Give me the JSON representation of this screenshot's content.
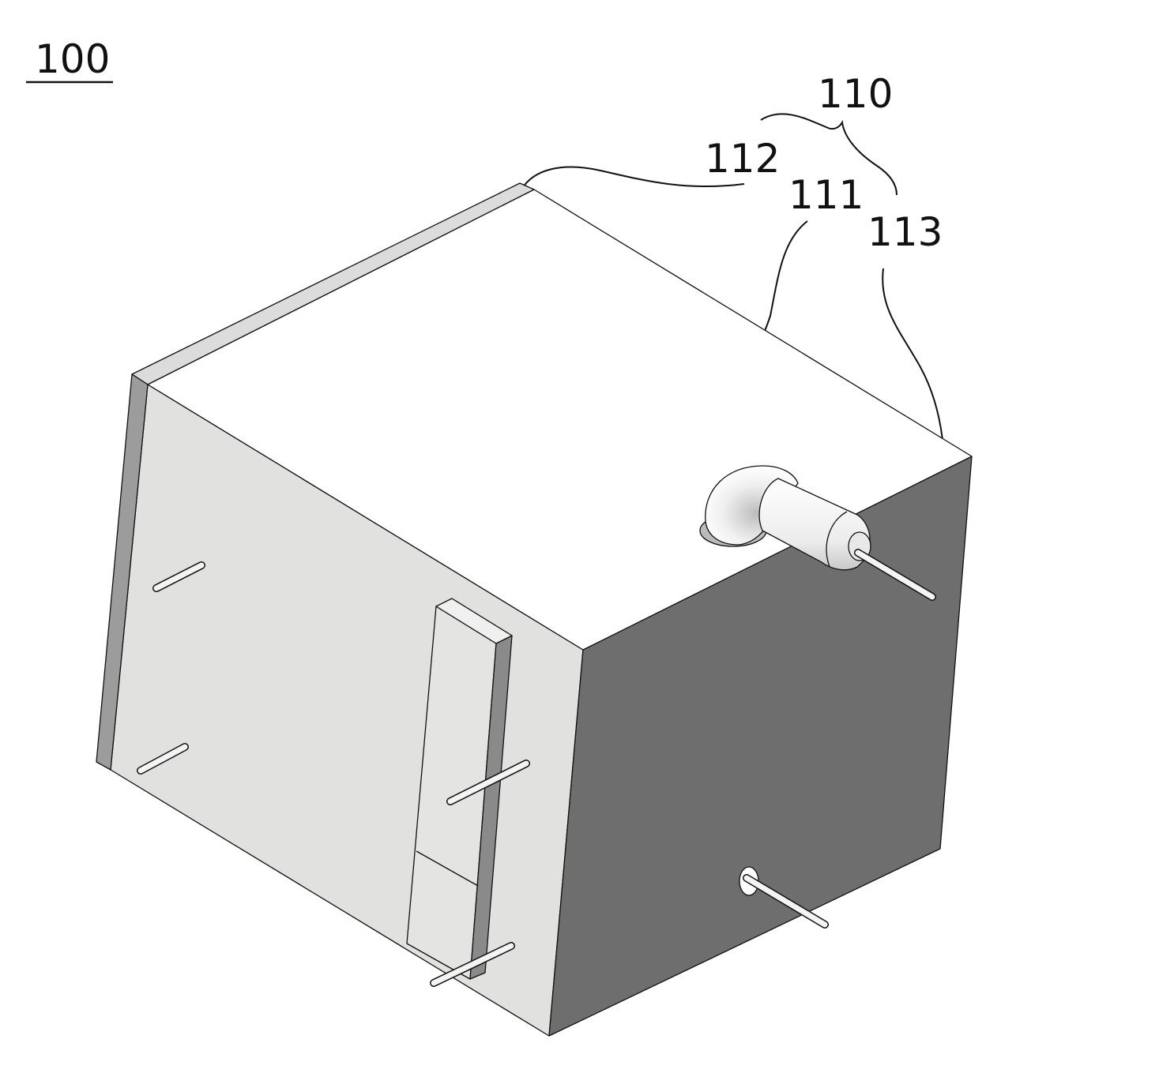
{
  "figure": {
    "assembly_label": "100",
    "labels": {
      "group": "110",
      "main_body": "111",
      "side_strip": "112",
      "pipe": "113"
    },
    "colors": {
      "top_face": "#ffffff",
      "left_face": "#e1e1e0",
      "right_face": "#6e6e6e",
      "strip_side": "#9c9c9c",
      "strip_top": "#dcdcdc",
      "line": "#111111"
    }
  }
}
